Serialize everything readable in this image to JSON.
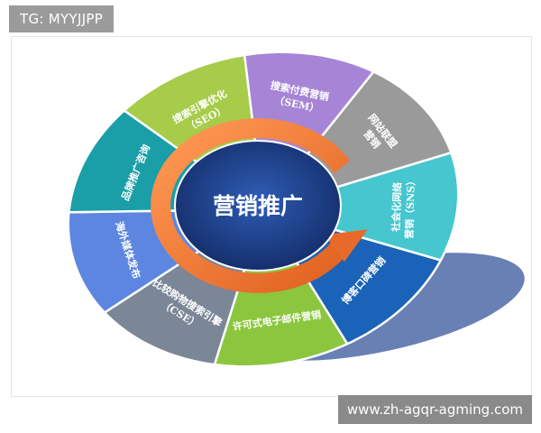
{
  "header": {
    "tag": "TG: MYYJJPP"
  },
  "footer": {
    "watermark": "www.zh-agqr-agming.com"
  },
  "diagram": {
    "center": {
      "label": "营销推广",
      "ring_color": "#f07a3a",
      "core_color": "#1e3f86"
    },
    "segments": [
      {
        "lines": [
          "搜索引擎优化",
          "（SEO）"
        ],
        "color": "#a6cc4a"
      },
      {
        "lines": [
          "搜索付费营销",
          "（SEM）"
        ],
        "color": "#a685d6"
      },
      {
        "lines": [
          "网站联盟",
          "营销"
        ],
        "color": "#9a9a9a"
      },
      {
        "lines": [
          "社会化网络",
          "营销（SNS）"
        ],
        "color": "#46c6cf"
      },
      {
        "lines": [
          "博客口碑营销"
        ],
        "color": "#1a63b8"
      },
      {
        "lines": [
          "许可式电子邮件营销"
        ],
        "color": "#8cc63e"
      },
      {
        "lines": [
          "比较购物搜索引擎",
          "（CSE）"
        ],
        "color": "#7b8697"
      },
      {
        "lines": [
          "海外媒体发布"
        ],
        "color": "#5d86e0"
      },
      {
        "lines": [
          "品牌推广咨询"
        ],
        "color": "#1a9fa8"
      }
    ]
  }
}
